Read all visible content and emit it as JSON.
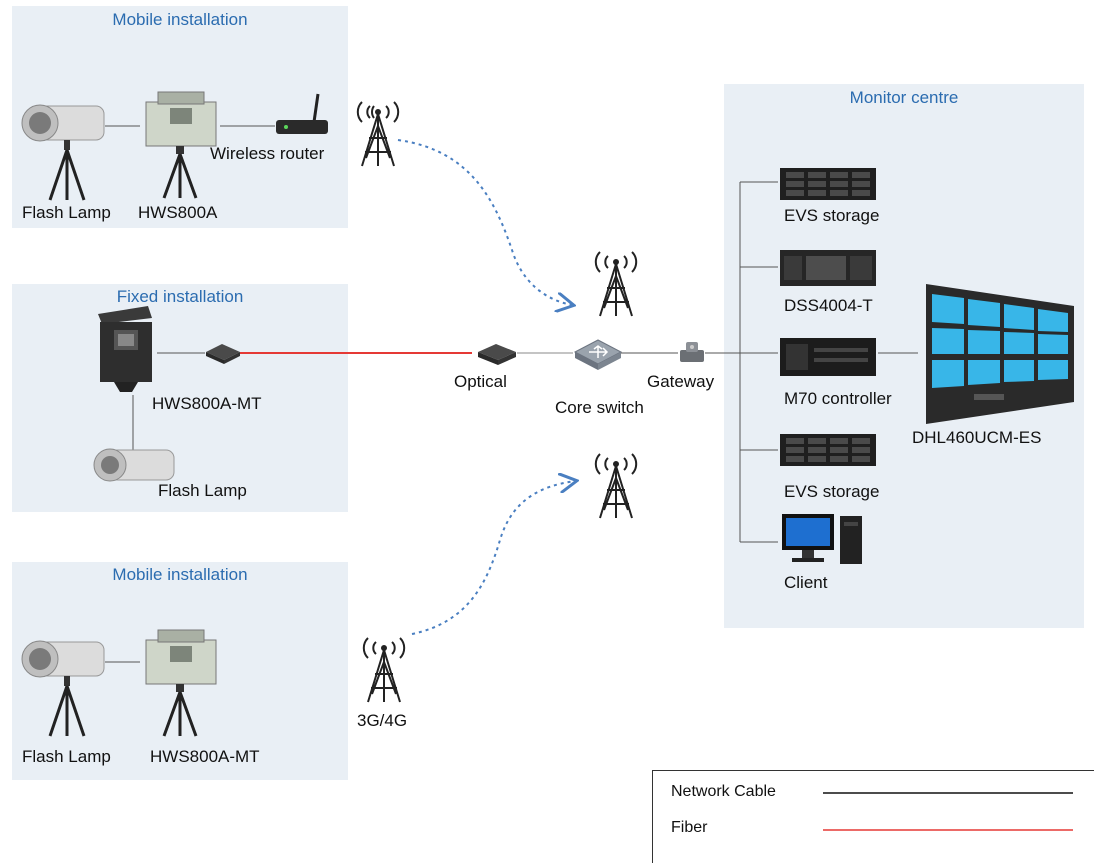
{
  "regions": {
    "mobile_top": "Mobile installation",
    "fixed": "Fixed installation",
    "mobile_bottom": "Mobile installation",
    "monitor": "Monitor centre"
  },
  "labels": {
    "flash_lamp_1": "Flash Lamp",
    "hws800a": "HWS800A",
    "wireless_router": "Wireless router",
    "hws800a_mt_fixed": "HWS800A-MT",
    "flash_lamp_fixed": "Flash Lamp",
    "flash_lamp_3": "Flash Lamp",
    "hws800a_mt_mobile": "HWS800A-MT",
    "cellular": "3G/4G",
    "optical": "Optical",
    "core_switch": "Core switch",
    "gateway": "Gateway",
    "evs_storage_1": "EVS storage",
    "dss4004": "DSS4004-T",
    "m70": "M70 controller",
    "evs_storage_2": "EVS storage",
    "client": "Client",
    "dhl460": "DHL460UCM-ES"
  },
  "legend": {
    "network_cable": "Network Cable",
    "fiber": "Fiber"
  },
  "colors": {
    "panel": "#e9eff5",
    "title": "#2b6cb0",
    "fiber": "#e53935",
    "wireless": "#4a7fc1"
  }
}
